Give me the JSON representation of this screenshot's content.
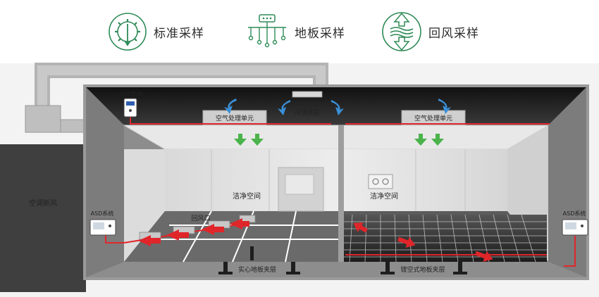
{
  "legend": {
    "items": [
      {
        "label": "标准采样",
        "icon": "gear-sampling-icon"
      },
      {
        "label": "地板采样",
        "icon": "floor-grid-icon"
      },
      {
        "label": "回风采样",
        "icon": "return-air-icon"
      }
    ]
  },
  "diagram": {
    "asd_top": "ASD系统",
    "asd_left": "ASD系统",
    "asd_right": "ASD系统",
    "ceiling_plenum": "吊顶夹层",
    "ahu_left": "空气处理单元",
    "ahu_right": "空气处理单元",
    "cleanroom_left": "洁净空间",
    "cleanroom_right": "洁净空间",
    "fresh_air": "空调新风",
    "return_vent": "回风口",
    "solid_floor": "实心地板夹层",
    "perforated_floor": "镂空式地板夹层"
  },
  "colors": {
    "accent_green": "#2e8b57",
    "pipe_red": "#e0262a",
    "airflow_blue": "#3a8fd8",
    "airflow_green": "#4bb34b"
  }
}
